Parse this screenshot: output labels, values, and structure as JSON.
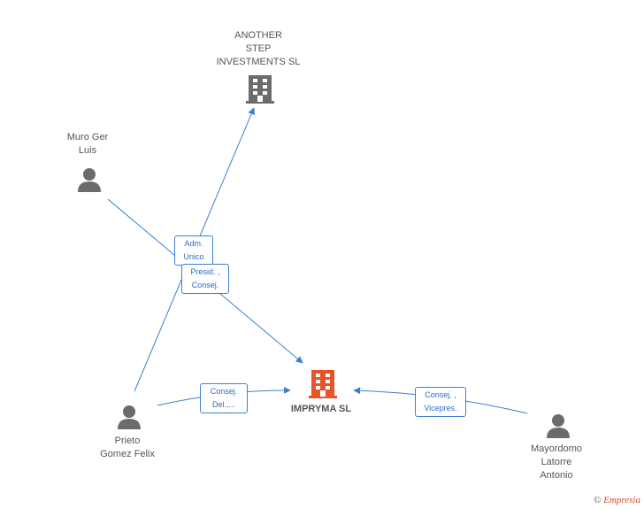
{
  "nodes": {
    "another_step": {
      "label": "ANOTHER\nSTEP\nINVESTMENTS SL",
      "type": "company"
    },
    "muro_ger": {
      "label": "Muro Ger\nLuis",
      "type": "person"
    },
    "imprya": {
      "label": "IMPRYMA SL",
      "type": "company-main"
    },
    "prieto": {
      "label": "Prieto\nGomez Felix",
      "type": "person"
    },
    "mayordomo": {
      "label": "Mayordomo\nLatorre\nAntonio",
      "type": "person"
    }
  },
  "edges": {
    "adm_unico": "Adm.\nUnico",
    "presid_consej": "Presid. ,\nConsej.",
    "consej_del": "Consej.\nDel.,...",
    "consej_vicepres": "Consej. ,\nVicepres."
  },
  "colors": {
    "edge": "#3a7fd0",
    "company": "#6b6b6b",
    "main_company": "#e8542a",
    "person": "#6b6b6b"
  },
  "footer": {
    "copyright": "©",
    "brand": "Empresia"
  }
}
